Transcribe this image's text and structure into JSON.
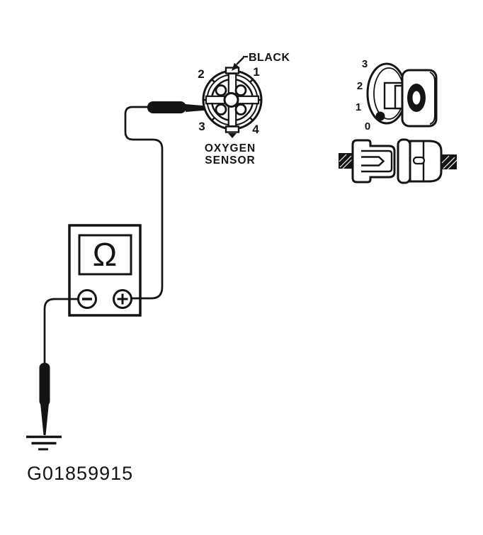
{
  "diagram": {
    "figure_id": "G01859915",
    "ink_color": "#141414",
    "paper_color": "#ffffff"
  },
  "oxygen_sensor": {
    "title_line1": "OXYGEN",
    "title_line2": "SENSOR",
    "wire_color_callout": "BLACK",
    "pins": {
      "top_left": "2",
      "top_right": "1",
      "bottom_left": "3",
      "bottom_right": "4"
    }
  },
  "harness_connector": {
    "terminal_labels": [
      "3",
      "2",
      "1",
      "0"
    ]
  },
  "ohmmeter": {
    "display_symbol": "Ω",
    "negative_symbol": "−",
    "positive_symbol": "+"
  }
}
